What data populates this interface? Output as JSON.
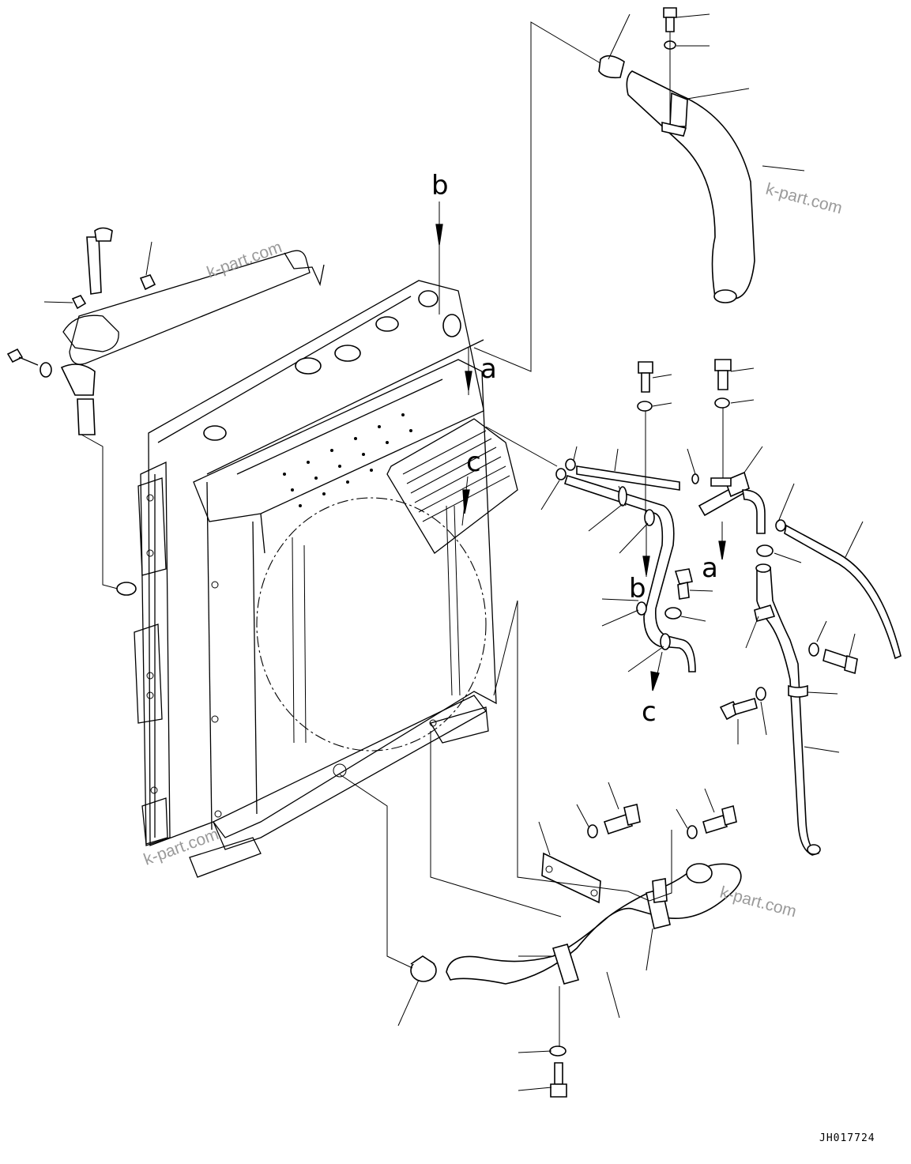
{
  "callouts": {
    "a": "a",
    "b": "b",
    "c": "c"
  },
  "watermark": "k-part.com",
  "drawing_code": "JH017724",
  "colors": {
    "ink": "#000000",
    "background": "#ffffff",
    "watermark": "#9a9a9a"
  }
}
